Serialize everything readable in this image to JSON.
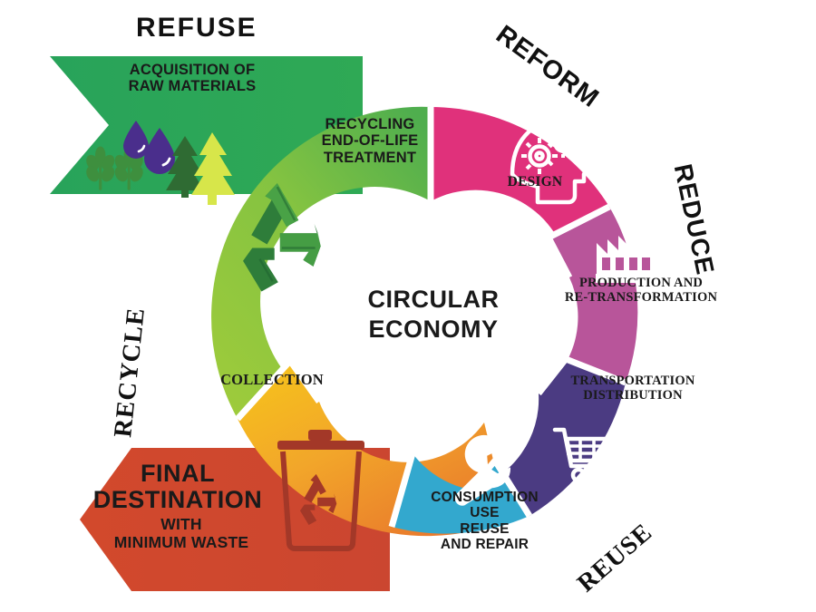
{
  "diagram": {
    "title": "CIRCULAR ECONOMY",
    "center_label": "CIRCULAR\nECONOMY",
    "background": "#ffffff"
  },
  "outer_keywords": [
    {
      "id": "refuse",
      "label": "REFUSE",
      "color": "#111111"
    },
    {
      "id": "reform",
      "label": "REFORM",
      "color": "#111111"
    },
    {
      "id": "reduce",
      "label": "REDUCE",
      "color": "#111111"
    },
    {
      "id": "reuse",
      "label": "REUSE",
      "color": "#111111"
    },
    {
      "id": "recycle",
      "label": "RECYCLE",
      "color": "#111111"
    }
  ],
  "segments": [
    {
      "id": "recycling",
      "label": "RECYCLING\nEND-OF-LIFE\nTREATMENT",
      "color": "#8CC63E",
      "icon": "recycle-arrows-icon"
    },
    {
      "id": "design",
      "label": "DESIGN",
      "color": "#E0317B",
      "icon": "head-gears-icon"
    },
    {
      "id": "production",
      "label": "PRODUCTION AND\nRE-TRANSFORMATION",
      "color": "#B8559A",
      "icon": "factory-icon"
    },
    {
      "id": "transportation",
      "label": "TRANSPORTATION\nDISTRIBUTION",
      "color": "#4B3B82",
      "icon": "shopping-cart-icon, globe-icon"
    },
    {
      "id": "consumption",
      "label": "CONSUMPTION\nUSE\nREUSE\nAND REPAIR",
      "color": "#33A8CE",
      "icon": "wrench-icon"
    },
    {
      "id": "collection",
      "label": "COLLECTION",
      "color": "#F0A62B",
      "icon": "trash-bin-recycle-icon"
    }
  ],
  "banners": [
    {
      "id": "raw-materials",
      "label": "ACQUISITION OF\nRAW MATERIALS",
      "color": "#29A45B",
      "icons": [
        "wheat-icon",
        "water-drop-icon",
        "tree-icon"
      ]
    },
    {
      "id": "final-destination",
      "label": "FINAL\nDESTINATION",
      "sublabel": "WITH\nMINIMUM WASTE",
      "color": "#D2492C",
      "icons": []
    }
  ],
  "palette": {
    "green_banner": "#29A45B",
    "lime": "#8CC63E",
    "yellow": "#F5C518",
    "orange": "#F0932B",
    "red": "#D2492C",
    "pink": "#E0317B",
    "mauve": "#B8559A",
    "purple": "#4B3B82",
    "blue": "#33A8CE",
    "white": "#ffffff",
    "text_dark": "#1a1a1a"
  }
}
